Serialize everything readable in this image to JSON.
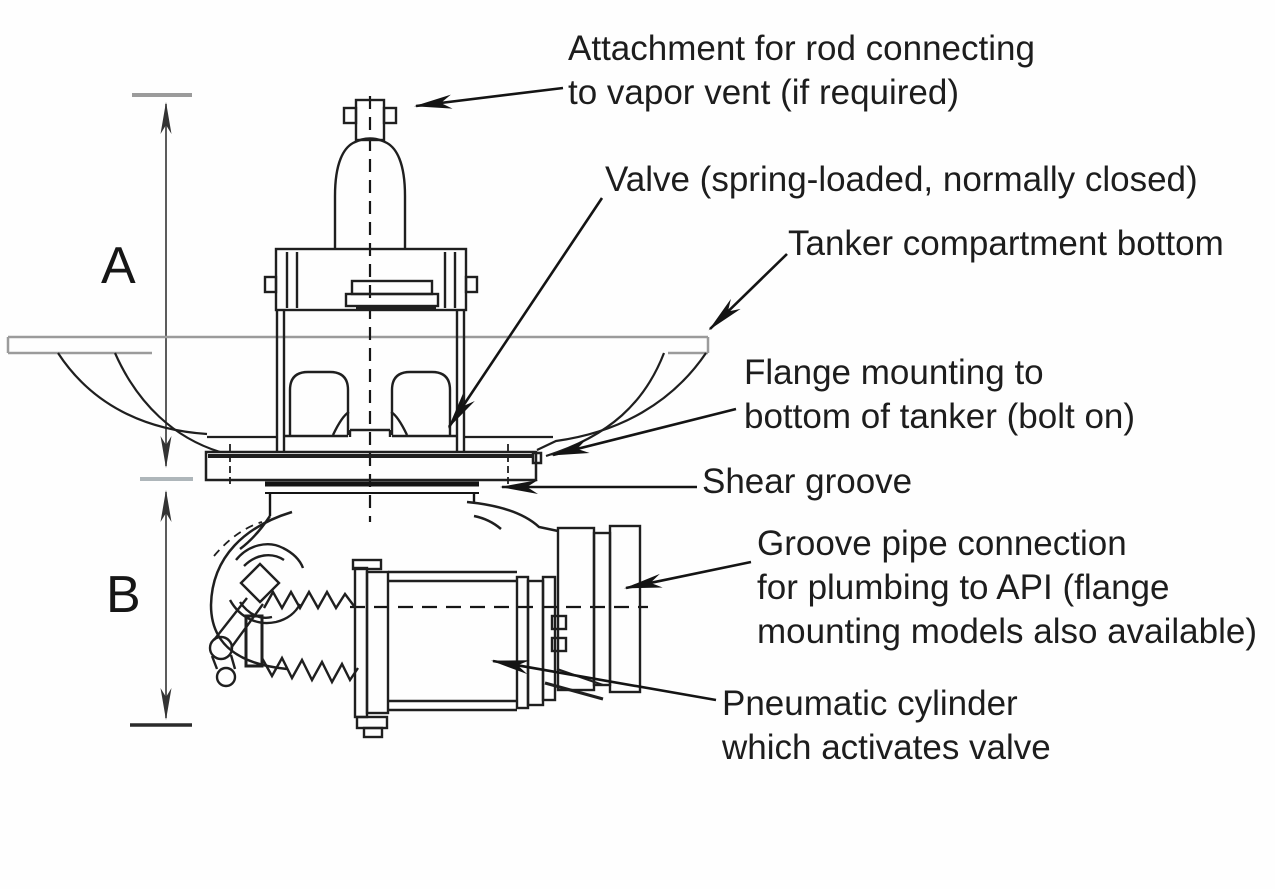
{
  "diagram": {
    "labels": {
      "attachment": "Attachment for rod connecting\nto vapor vent (if required)",
      "valve": "Valve (spring-loaded, normally closed)",
      "tanker_bottom": "Tanker compartment bottom",
      "flange": "Flange mounting to\nbottom of tanker (bolt on)",
      "shear_groove": "Shear groove",
      "groove_pipe": "Groove pipe connection\nfor plumbing to API (flange\nmounting models also available)",
      "pneumatic": "Pneumatic cylinder\nwhich activates valve",
      "dim_a": "A",
      "dim_b": "B"
    },
    "colors": {
      "ink": "#1f1f1f",
      "leader": "#141414",
      "plate_gray": "#9b9b9b",
      "dimension": "#333333",
      "tick_light": "#aeb6ba"
    }
  }
}
